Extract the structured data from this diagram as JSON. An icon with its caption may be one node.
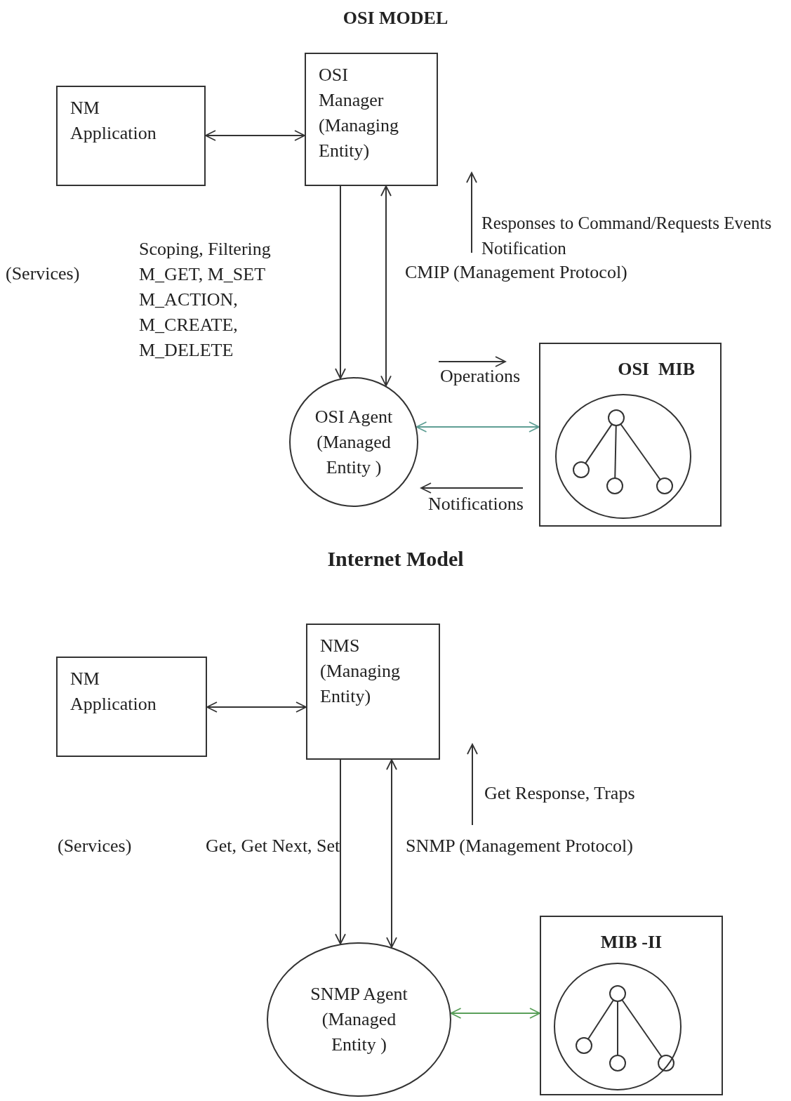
{
  "diagram": {
    "nodes": [
      {
        "text": [
          "NM Application"
        ]
      },
      {
        "text": [
          "OSI Manager (Managing Entity)"
        ]
      },
      {
        "text": [
          "OSI Agent (Managed Entity )"
        ]
      },
      {
        "text": [
          "OSI  MIB"
        ]
      },
      {
        "text": [
          "NM Application"
        ]
      },
      {
        "text": [
          "NMS (Managing Entity)"
        ]
      },
      {
        "text": [
          "SNMP Agent (Managed Entity )"
        ]
      },
      {
        "text": [
          "MIB -II"
        ]
      }
    ],
    "edges": [
      {
        "from": 0,
        "to": 1,
        "arrow": "both"
      },
      {
        "from": 1,
        "to": 2,
        "arrow": "to"
      },
      {
        "from": 1,
        "to": 2,
        "arrow": "both"
      },
      {
        "from": 2,
        "to": 3,
        "arrow": "both",
        "color": "#5f9e94"
      },
      {
        "from": 4,
        "to": 5,
        "arrow": "both"
      },
      {
        "from": 5,
        "to": 6,
        "arrow": "to"
      },
      {
        "from": 5,
        "to": 6,
        "arrow": "both"
      },
      {
        "from": 6,
        "to": 7,
        "arrow": "both",
        "color": "#5aa05a"
      }
    ],
    "labels": [
      "OSI MODEL",
      "(Services)",
      "Scoping, Filtering M_GET, M_SET M_ACTION, M_CREATE, M_DELETE",
      "Responses to Command/Requests Events Notification",
      "CMIP (Management Protocol)",
      "Operations",
      "Notifications",
      "Internet Model",
      "(Services)",
      "Get, Get Next, Set",
      "Get Response, Traps",
      "SNMP (Management Protocol)"
    ]
  }
}
